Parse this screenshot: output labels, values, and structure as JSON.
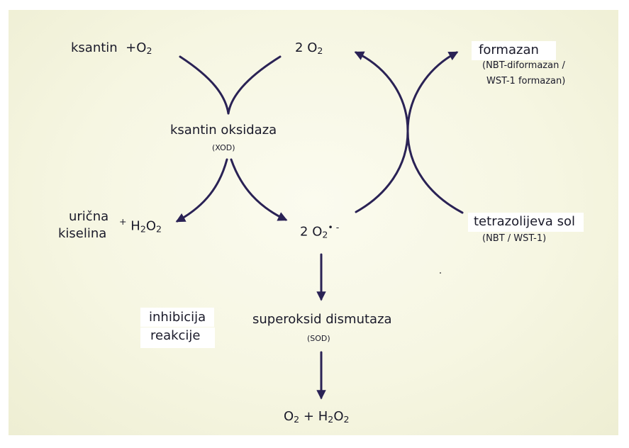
{
  "substrate": {
    "text": "ksantin",
    "plus": "+",
    "o2": "O",
    "o2_sub": "2"
  },
  "oxygen": {
    "coef": "2",
    "o": "O",
    "sub": "2"
  },
  "formazan": {
    "title": "formazan",
    "line1": "(NBT-diformazan /",
    "line2": "WST-1 formazan)"
  },
  "enzyme_xod": {
    "name": "ksantin oksidaza",
    "abbr": "(XOD)"
  },
  "uric_acid": {
    "line1": "urična",
    "line2": "kiselina",
    "plus": "+",
    "h": "H",
    "h_sub": "2",
    "o": "O",
    "o_sub": "2"
  },
  "superoxide": {
    "coef": "2",
    "o": "O",
    "sub": "2",
    "sup": "•  -"
  },
  "tetrazolium": {
    "title": "tetrazolijeva sol",
    "abbr": "(NBT / WST-1)"
  },
  "inhibition": {
    "line1": "inhibicija",
    "line2": "reakcije"
  },
  "enzyme_sod": {
    "name": "superoksid dismutaza",
    "abbr": "(SOD)"
  },
  "products": {
    "o": "O",
    "o_sub": "2",
    "plus": "+",
    "h": "H",
    "h_sub": "2",
    "o2": "O",
    "o2_sub": "2"
  },
  "colors": {
    "arrow": "#2a2255",
    "panel": "#f6f6e2",
    "text": "#1a1a2a"
  }
}
